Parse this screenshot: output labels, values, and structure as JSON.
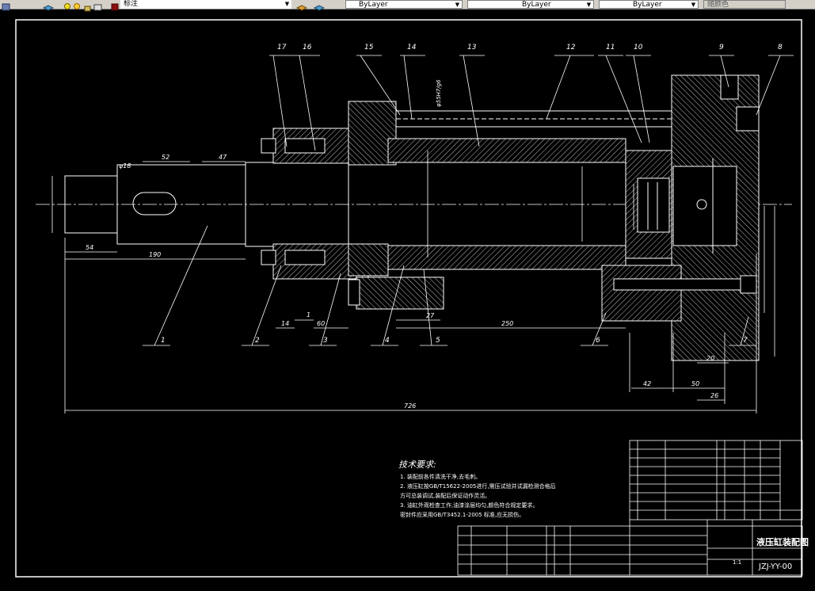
{
  "toolbar": {
    "dim_style_label": "标注",
    "color_value": "ByLayer",
    "linetype_value": "ByLayer",
    "lineweight_value": "ByLayer",
    "plotstyle_value": "随颜色"
  },
  "drawing": {
    "balloons": [
      "17",
      "16",
      "15",
      "14",
      "13",
      "12",
      "11",
      "10",
      "9",
      "8",
      "1",
      "2",
      "3",
      "4",
      "5",
      "6",
      "7"
    ],
    "dimensions": {
      "d52": "52",
      "d47": "47",
      "d54": "54",
      "d190": "190",
      "d14": "14",
      "d1": "1",
      "d60": "60",
      "d27": "27",
      "d250": "250",
      "d20": "20",
      "d42": "42",
      "d50": "50",
      "d26": "26",
      "d726": "726",
      "dia18": "φ18",
      "fit_vertical": "φ55H7/g6"
    },
    "tech_req": {
      "title": "技术要求:",
      "lines": [
        "1.  装配前各件清洗干净,去毛刺。",
        "2.  液压缸按GB/T15622-2005进行,需压试验并试漏检测合格后",
        "    方可总装调试,装配后保证动作灵活。",
        "3.  油缸外观检查工作,油漆涂层均匀,颜色符合规定要求。",
        "    密封件应采用GB/T3452.1-2005 标准,应无损伤。"
      ]
    },
    "title_block": {
      "title": "液压缸装配图",
      "code": "JZJ-YY-00",
      "scale": "1:1"
    }
  }
}
